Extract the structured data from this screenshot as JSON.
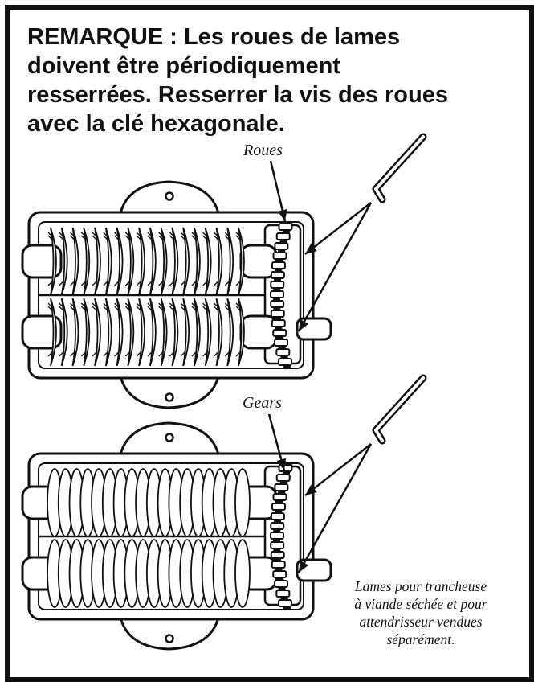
{
  "note": {
    "lines": [
      "REMARQUE : Les roues de lames",
      "doivent être périodiquement",
      "resserrées. Resserrer la vis des roues",
      "avec la clé hexagonale."
    ]
  },
  "figure": {
    "top_label": "Roues",
    "bottom_label": "Gears",
    "caption_lines": [
      "Lames pour trancheuse",
      "à viande séchée et pour",
      "attendrisseur vendues",
      "séparément."
    ]
  },
  "colors": {
    "ink": "#111111",
    "paper": "#ffffff"
  },
  "icons": [
    "hex-key-icon",
    "gear-icon",
    "blade-roller-icon"
  ]
}
